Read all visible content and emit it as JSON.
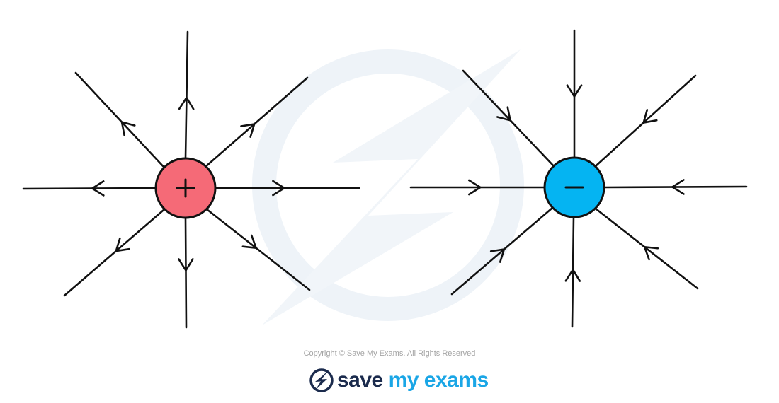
{
  "colors": {
    "positive_fill": "#f56a77",
    "negative_fill": "#05b4f2",
    "line": "#111111",
    "brand_dark": "#1b2b4d",
    "brand_blue": "#1aa6e6"
  },
  "charges": [
    {
      "id": "positive",
      "sign": "+",
      "field_direction": "outward"
    },
    {
      "id": "negative",
      "sign": "−",
      "field_direction": "inward"
    }
  ],
  "footer": {
    "copyright": "Copyright © Save My Exams. All Rights Reserved",
    "brand_words": [
      "save",
      "my",
      "exams"
    ],
    "logo_icon": "lightning-bolt-icon"
  }
}
